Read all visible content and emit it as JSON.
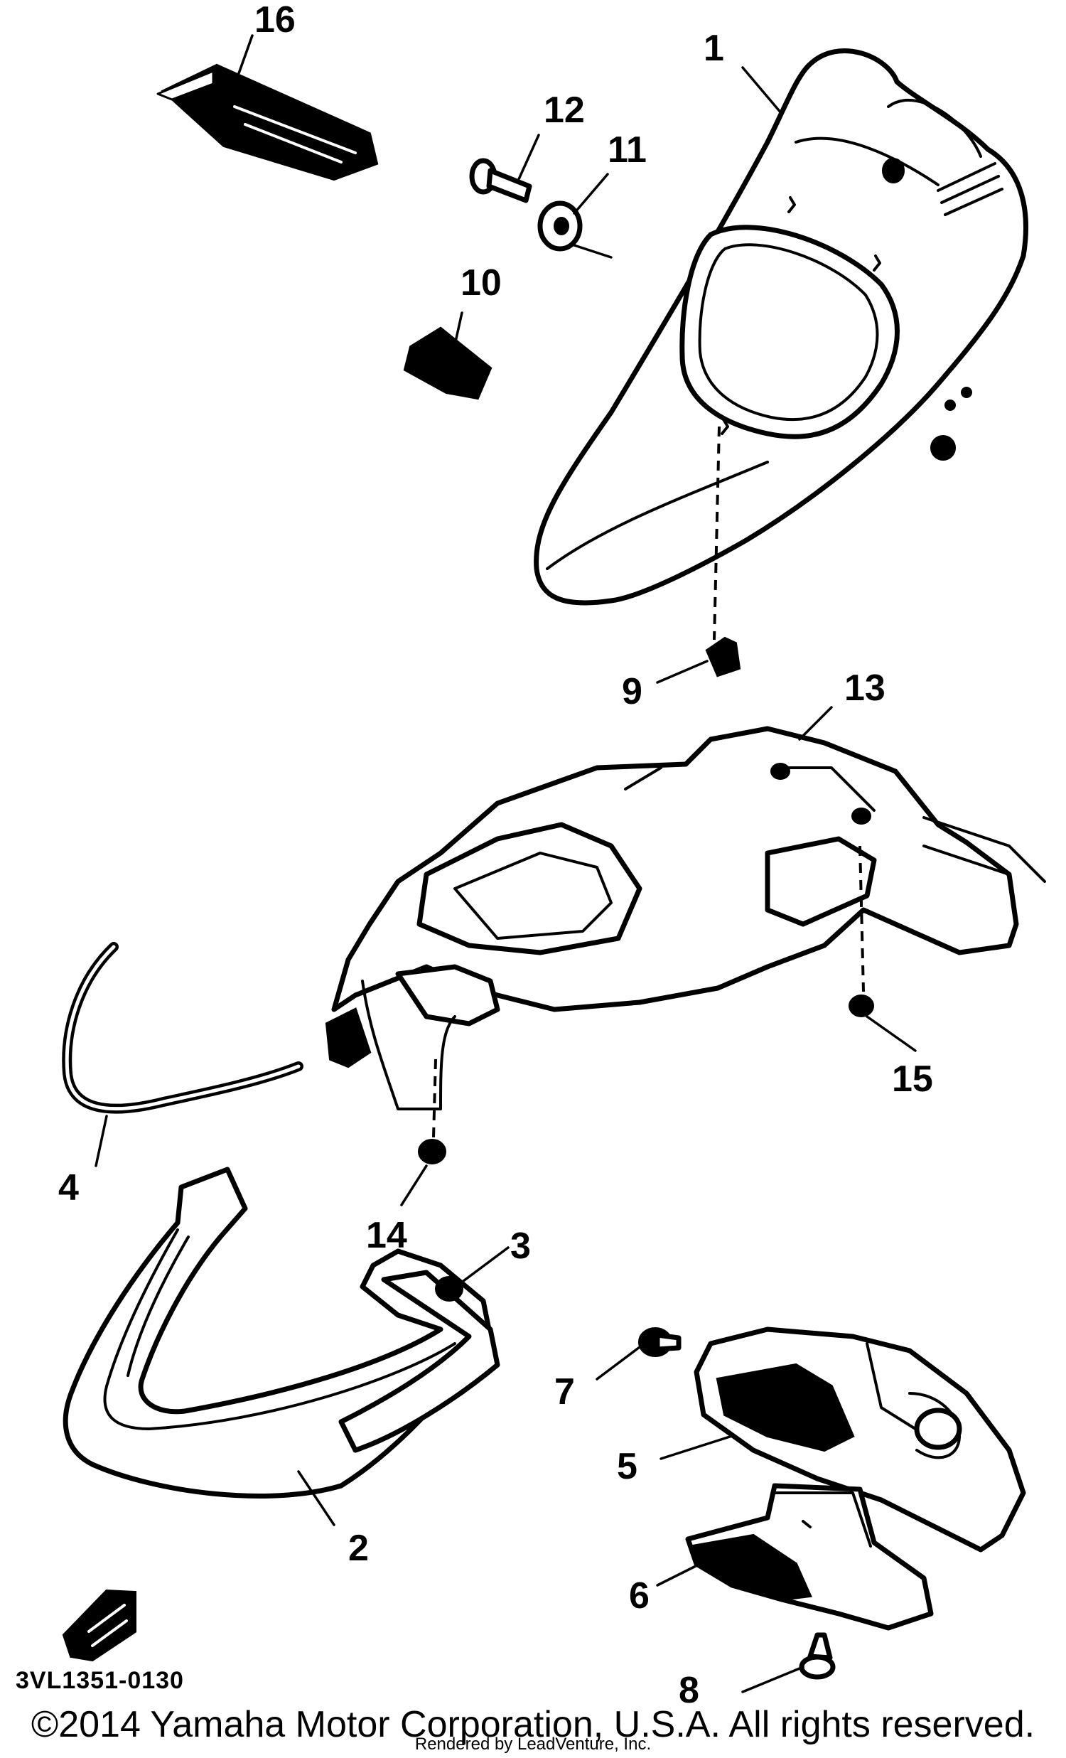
{
  "diagram": {
    "callouts": [
      {
        "id": "1",
        "label": "1"
      },
      {
        "id": "2",
        "label": "2"
      },
      {
        "id": "3",
        "label": "3"
      },
      {
        "id": "4",
        "label": "4"
      },
      {
        "id": "5",
        "label": "5"
      },
      {
        "id": "6",
        "label": "6"
      },
      {
        "id": "7",
        "label": "7"
      },
      {
        "id": "8",
        "label": "8"
      },
      {
        "id": "9",
        "label": "9"
      },
      {
        "id": "10",
        "label": "10"
      },
      {
        "id": "11",
        "label": "11"
      },
      {
        "id": "12",
        "label": "12"
      },
      {
        "id": "13",
        "label": "13"
      },
      {
        "id": "14",
        "label": "14"
      },
      {
        "id": "15",
        "label": "15"
      },
      {
        "id": "16",
        "label": "16"
      }
    ],
    "reference_code": "3VL1351-0130",
    "copyright": "©2014 Yamaha Motor Corporation, U.S.A. All rights reserved.",
    "rendered_by": "Rendered by LeadVenture, Inc."
  }
}
